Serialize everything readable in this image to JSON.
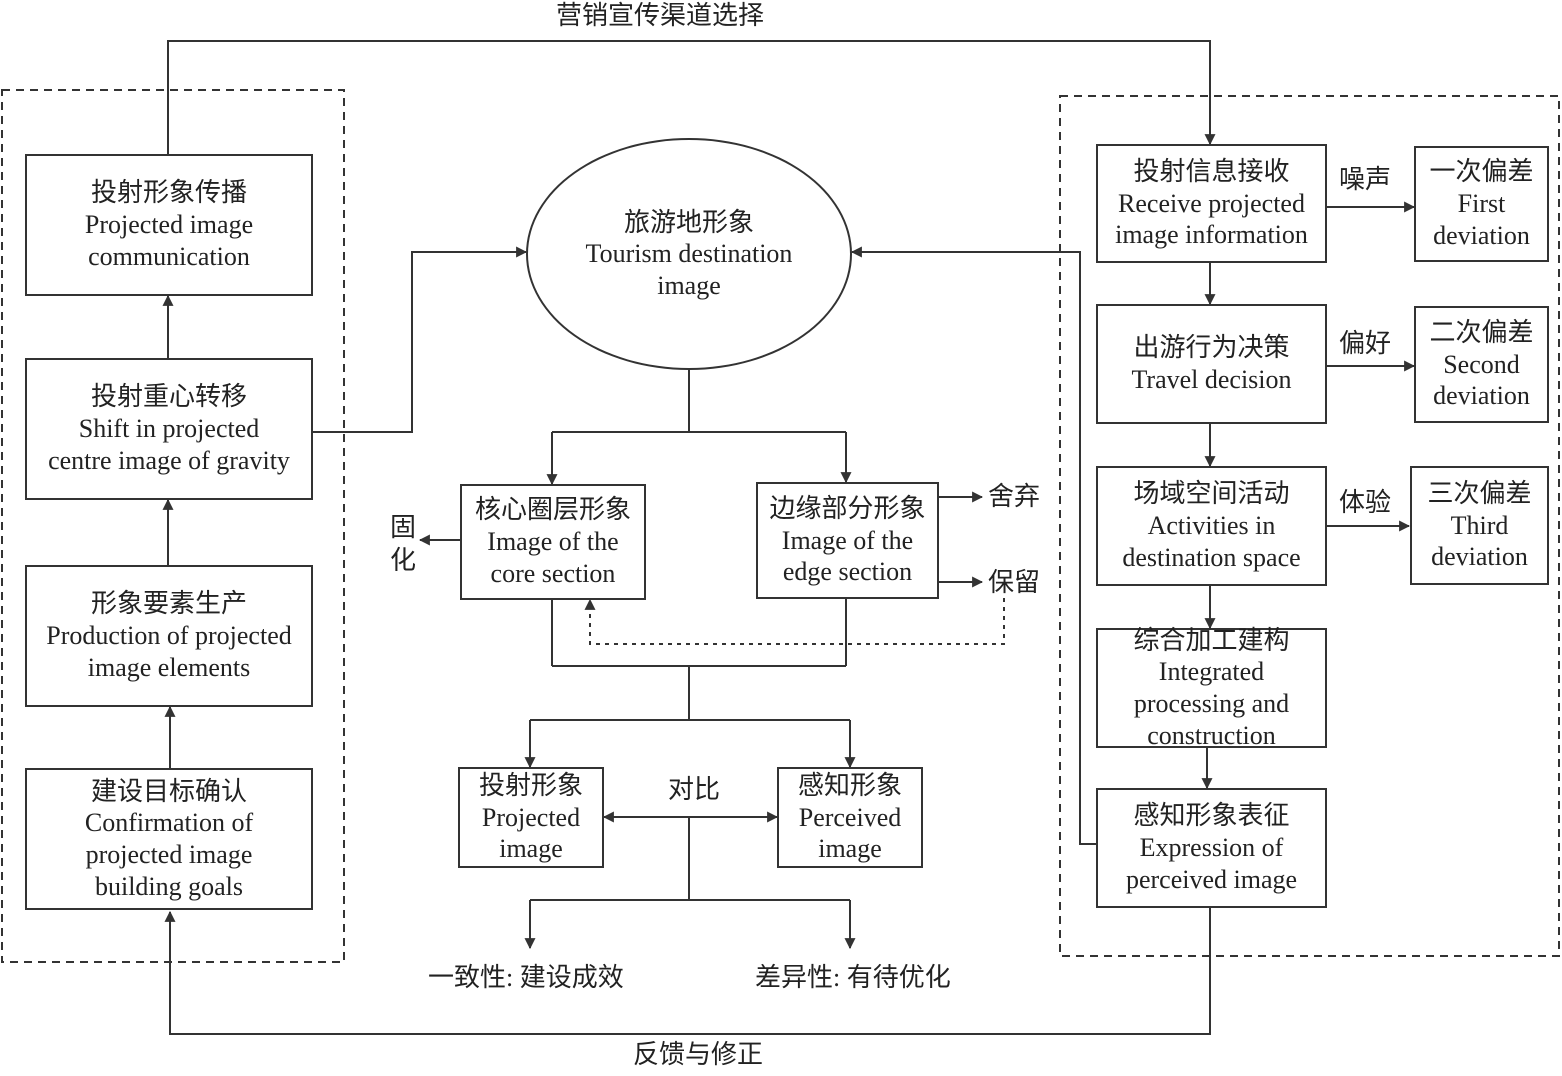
{
  "top_label": "营销宣传渠道选择",
  "bottom_label": "反馈与修正",
  "left_boxes": {
    "communication": {
      "cn": "投射形象传播",
      "en1": "Projected image",
      "en2": "communication"
    },
    "shift": {
      "cn": "投射重心转移",
      "en1": "Shift in projected",
      "en2": "centre image of gravity"
    },
    "production": {
      "cn": "形象要素生产",
      "en1": "Production of projected",
      "en2": "image elements"
    },
    "goals": {
      "cn": "建设目标确认",
      "en1": "Confirmation of",
      "en2": "projected image",
      "en3": "building goals"
    }
  },
  "center": {
    "destination": {
      "cn": "旅游地形象",
      "en1": "Tourism destination",
      "en2": "image"
    },
    "core": {
      "cn": "核心圈层形象",
      "en1": "Image of the",
      "en2": "core section"
    },
    "edge": {
      "cn": "边缘部分形象",
      "en1": "Image of the",
      "en2": "edge section"
    },
    "solidify": "固化",
    "abandon": "舍弃",
    "retain": "保留",
    "projected": {
      "cn": "投射形象",
      "en1": "Projected",
      "en2": "image"
    },
    "perceived": {
      "cn": "感知形象",
      "en1": "Perceived",
      "en2": "image"
    },
    "compare": "对比",
    "consistency": "一致性: 建设成效",
    "difference": "差异性: 有待优化"
  },
  "right_boxes": {
    "receive": {
      "cn": "投射信息接收",
      "en1": "Receive projected",
      "en2": "image information"
    },
    "decision": {
      "cn": "出游行为决策",
      "en1": "Travel decision"
    },
    "activities": {
      "cn": "场域空间活动",
      "en1": "Activities in",
      "en2": "destination space"
    },
    "integrated": {
      "cn": "综合加工建构",
      "en1": "Integrated",
      "en2": "processing and",
      "en3": "construction"
    },
    "expression": {
      "cn": "感知形象表征",
      "en1": "Expression of",
      "en2": "perceived image"
    }
  },
  "deviations": {
    "first": {
      "cn": "一次偏差",
      "en1": "First",
      "en2": "deviation"
    },
    "second": {
      "cn": "二次偏差",
      "en1": "Second",
      "en2": "deviation"
    },
    "third": {
      "cn": "三次偏差",
      "en1": "Third",
      "en2": "deviation"
    }
  },
  "factors": {
    "noise": "噪声",
    "preference": "偏好",
    "experience": "体验"
  },
  "colors": {
    "line": "#333333",
    "background": "#ffffff",
    "text": "#222222"
  }
}
